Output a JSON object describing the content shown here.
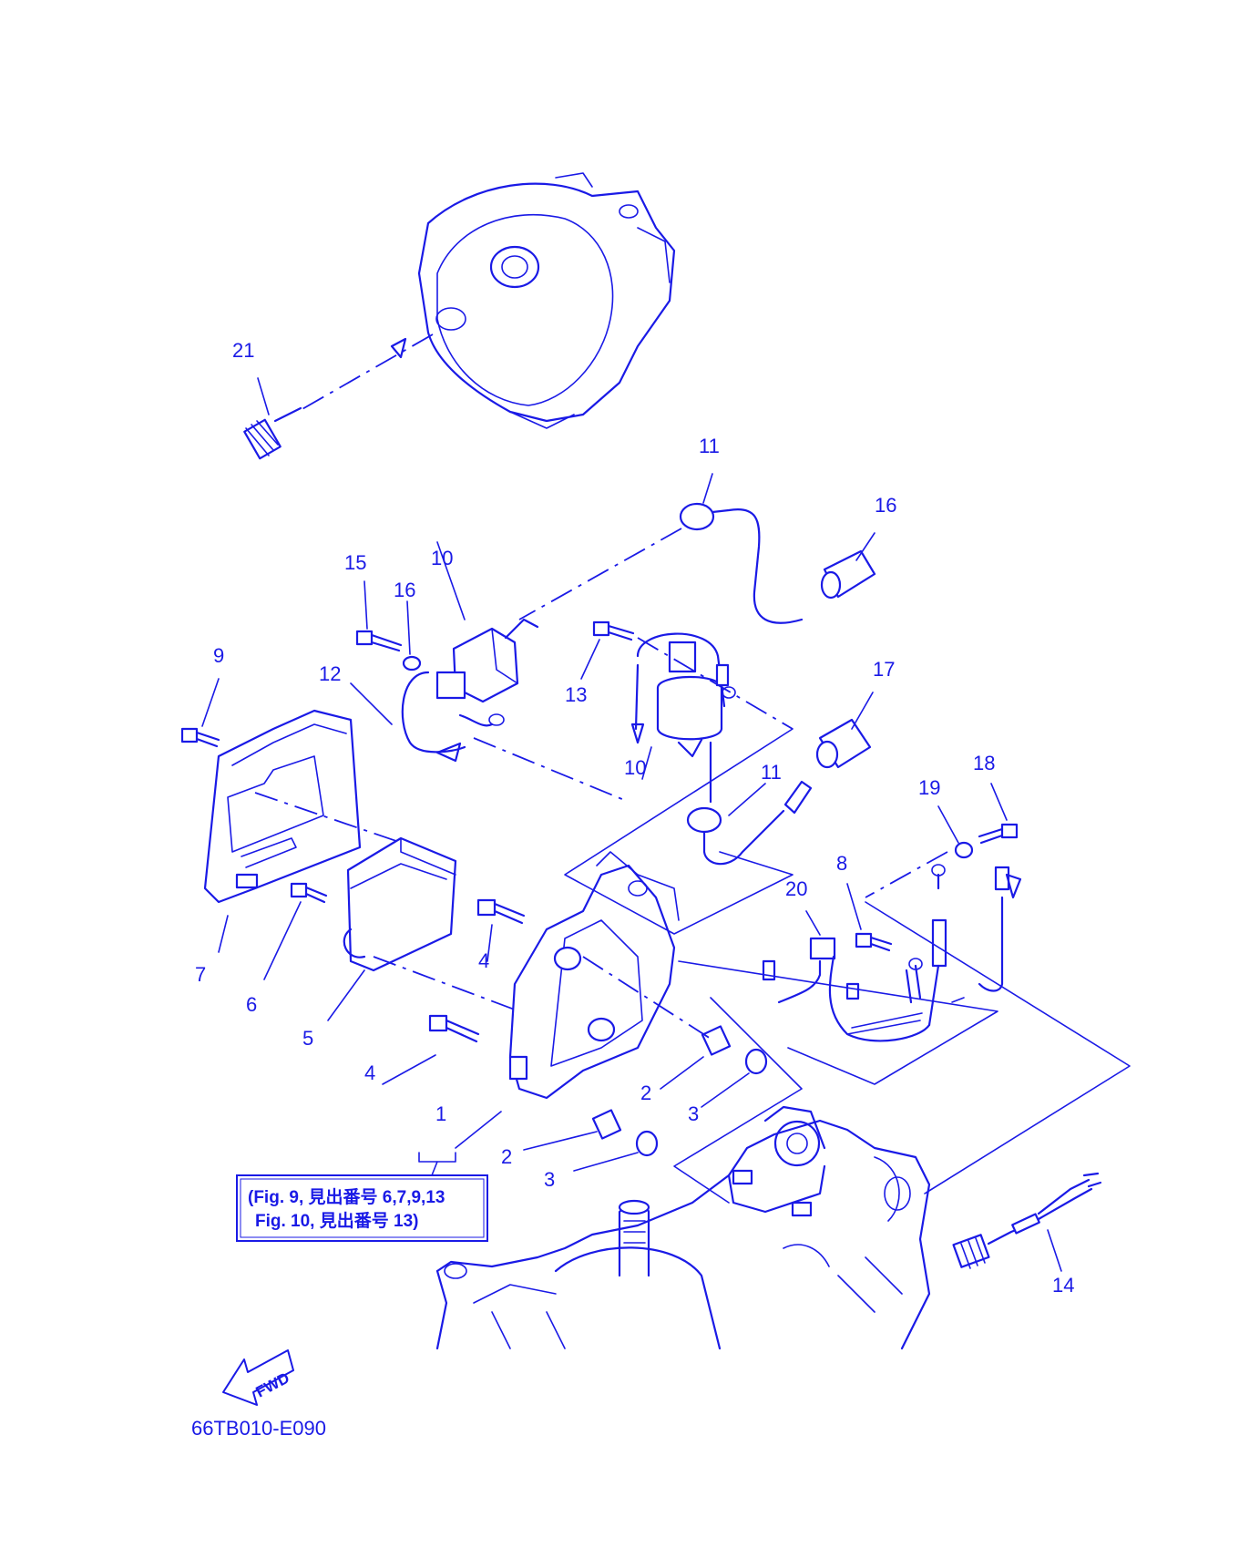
{
  "diagram": {
    "line_color": "#1a1ae6",
    "background": "#ffffff",
    "callouts": [
      "1",
      "2",
      "2",
      "3",
      "3",
      "4",
      "4",
      "5",
      "6",
      "7",
      "8",
      "9",
      "10",
      "10",
      "11",
      "11",
      "12",
      "13",
      "14",
      "15",
      "16",
      "16",
      "17",
      "18",
      "19",
      "20",
      "21"
    ],
    "note": {
      "line1": "(Fig. 9, 見出番号 6,7,9,13",
      "line2": "Fig. 10, 見出番号 13)"
    },
    "fwd_label": "FWD",
    "drawing_code": "66TB010-E090"
  }
}
